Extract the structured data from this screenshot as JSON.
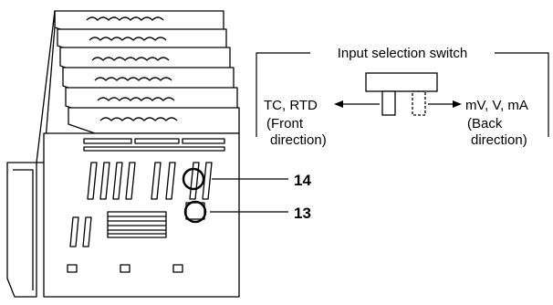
{
  "figure": {
    "panel_title": "Input selection switch",
    "left_label_line1": "TC, RTD",
    "left_label_line2": "(Front",
    "left_label_line3": "direction)",
    "right_label_line1": "mV, V, mA",
    "right_label_line2": "(Back",
    "right_label_line3": "direction)",
    "callout_14": "14",
    "callout_13": "13"
  }
}
